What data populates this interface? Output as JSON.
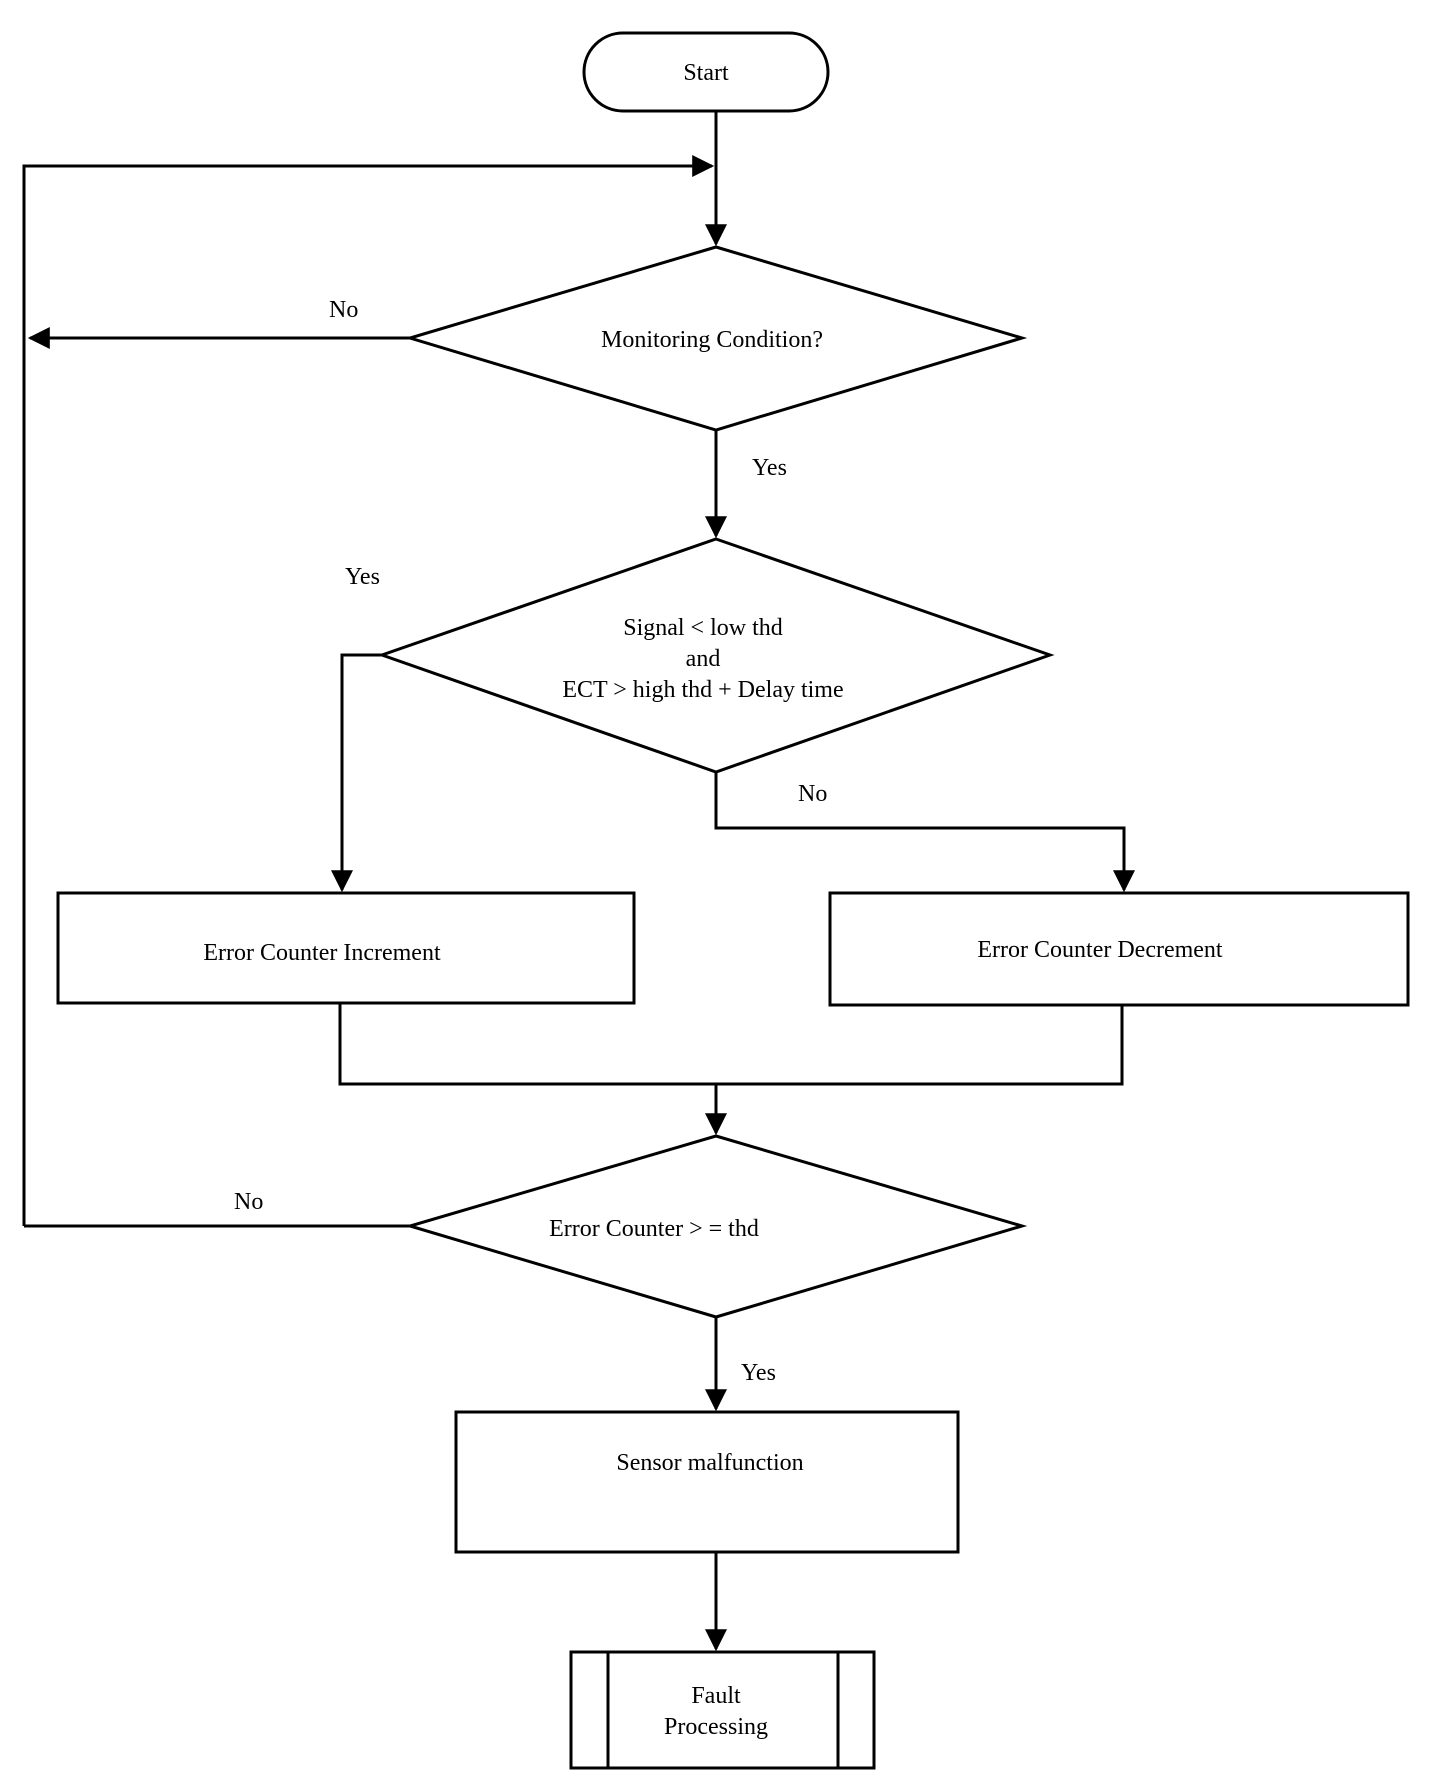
{
  "flowchart": {
    "start": "Start",
    "decision_monitoring": "Monitoring Condition?",
    "decision_signal": {
      "line1": "Signal < low thd",
      "line2": "and",
      "line3": "ECT > high thd + Delay time"
    },
    "process_increment": "Error Counter Increment",
    "process_decrement": "Error Counter Decrement",
    "decision_counter": "Error Counter > = thd",
    "process_malfunction": "Sensor malfunction",
    "subprocess_fault": {
      "line1": "Fault",
      "line2": "Processing"
    },
    "labels": {
      "monitoring_no": "No",
      "monitoring_yes": "Yes",
      "signal_yes": "Yes",
      "signal_no": "No",
      "counter_no": "No",
      "counter_yes": "Yes"
    }
  }
}
